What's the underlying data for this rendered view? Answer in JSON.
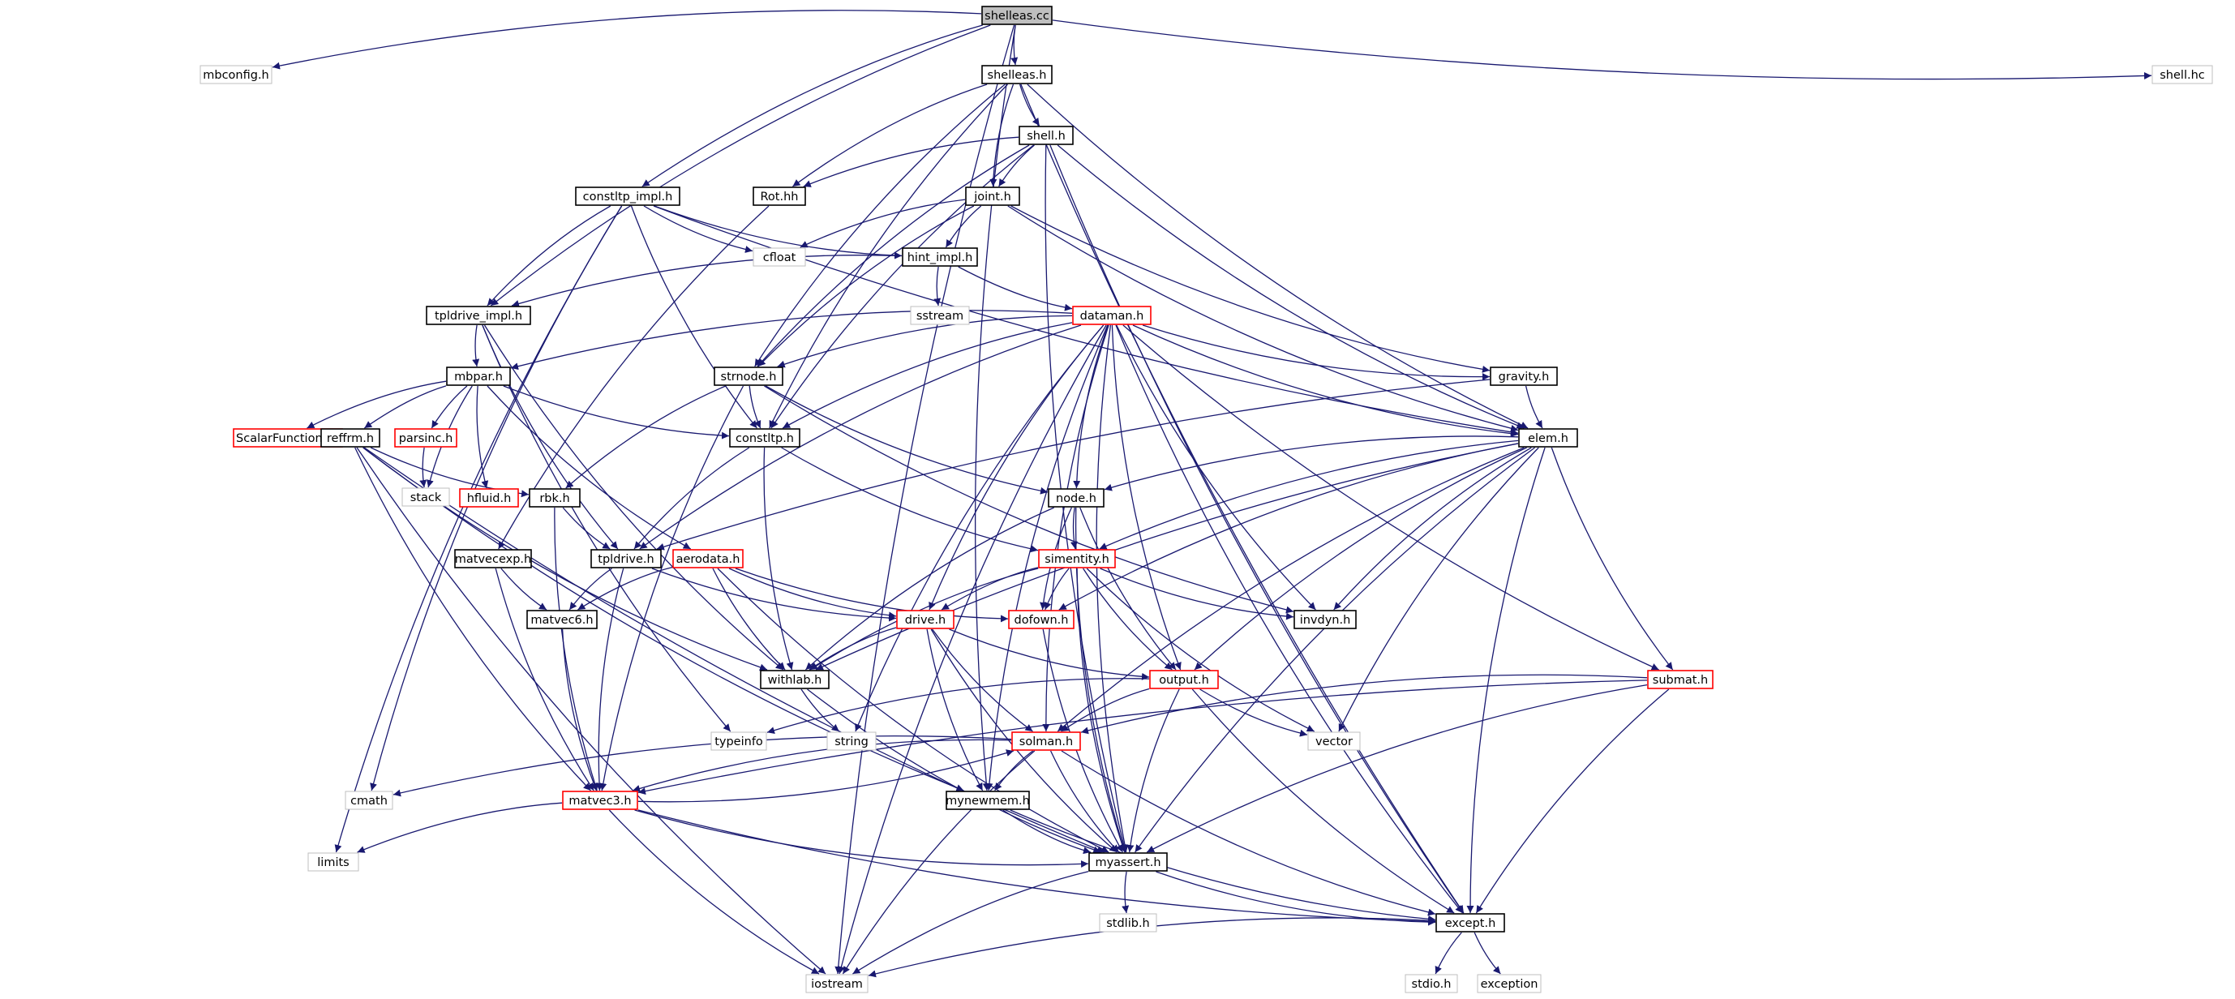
{
  "graph": {
    "colors": {
      "edge": "#191970",
      "node_border_normal": "#000000",
      "node_border_truncated": "#ff0000",
      "node_border_external": "#bfbfbf",
      "node_fill_root": "#bfbfbf",
      "node_fill": "#ffffff",
      "text": "#000000"
    },
    "nodes": [
      {
        "id": "shelleas_cc",
        "label": "shelleas.cc",
        "kind": "root"
      },
      {
        "id": "mbconfig_h",
        "label": "mbconfig.h",
        "kind": "external"
      },
      {
        "id": "shelleas_h",
        "label": "shelleas.h",
        "kind": "normal"
      },
      {
        "id": "shell_hc",
        "label": "shell.hc",
        "kind": "external"
      },
      {
        "id": "shell_h",
        "label": "shell.h",
        "kind": "normal"
      },
      {
        "id": "constltp_impl_h",
        "label": "constltp_impl.h",
        "kind": "normal"
      },
      {
        "id": "rot_hh",
        "label": "Rot.hh",
        "kind": "normal"
      },
      {
        "id": "joint_h",
        "label": "joint.h",
        "kind": "normal"
      },
      {
        "id": "cfloat",
        "label": "cfloat",
        "kind": "external"
      },
      {
        "id": "hint_impl_h",
        "label": "hint_impl.h",
        "kind": "normal"
      },
      {
        "id": "sstream",
        "label": "sstream",
        "kind": "external"
      },
      {
        "id": "tpldrive_impl_h",
        "label": "tpldrive_impl.h",
        "kind": "normal"
      },
      {
        "id": "dataman_h",
        "label": "dataman.h",
        "kind": "truncated"
      },
      {
        "id": "mbpar_h",
        "label": "mbpar.h",
        "kind": "normal"
      },
      {
        "id": "stmode_h",
        "label": "strnode.h",
        "kind": "normal"
      },
      {
        "id": "gravity_h",
        "label": "gravity.h",
        "kind": "normal"
      },
      {
        "id": "scalarfunctions_h",
        "label": "ScalarFunctions.h",
        "kind": "truncated"
      },
      {
        "id": "reffrm_h",
        "label": "reffrm.h",
        "kind": "normal"
      },
      {
        "id": "parsinc_h",
        "label": "parsinc.h",
        "kind": "truncated"
      },
      {
        "id": "constltp_h",
        "label": "constltp.h",
        "kind": "normal"
      },
      {
        "id": "elem_h",
        "label": "elem.h",
        "kind": "normal"
      },
      {
        "id": "stack",
        "label": "stack",
        "kind": "external"
      },
      {
        "id": "hfluid_h",
        "label": "hfluid.h",
        "kind": "truncated"
      },
      {
        "id": "rbk_h",
        "label": "rbk.h",
        "kind": "normal"
      },
      {
        "id": "node_h",
        "label": "node.h",
        "kind": "normal"
      },
      {
        "id": "matvecexp_h",
        "label": "matvecexp.h",
        "kind": "normal"
      },
      {
        "id": "tpldrive_h",
        "label": "tpldrive.h",
        "kind": "normal"
      },
      {
        "id": "aerodata_h",
        "label": "aerodata.h",
        "kind": "truncated"
      },
      {
        "id": "simentity_h",
        "label": "simentity.h",
        "kind": "truncated"
      },
      {
        "id": "matvec6_h",
        "label": "matvec6.h",
        "kind": "normal"
      },
      {
        "id": "drive_h",
        "label": "drive.h",
        "kind": "truncated"
      },
      {
        "id": "dofown_h",
        "label": "dofown.h",
        "kind": "truncated"
      },
      {
        "id": "invdyn_h",
        "label": "invdyn.h",
        "kind": "normal"
      },
      {
        "id": "withlab_h",
        "label": "withlab.h",
        "kind": "normal"
      },
      {
        "id": "output_h",
        "label": "output.h",
        "kind": "truncated"
      },
      {
        "id": "submat_h",
        "label": "submat.h",
        "kind": "truncated"
      },
      {
        "id": "typeinfo",
        "label": "typeinfo",
        "kind": "external"
      },
      {
        "id": "string",
        "label": "string",
        "kind": "external"
      },
      {
        "id": "vector",
        "label": "vector",
        "kind": "external"
      },
      {
        "id": "solman_h",
        "label": "solman.h",
        "kind": "truncated"
      },
      {
        "id": "cmath",
        "label": "cmath",
        "kind": "external"
      },
      {
        "id": "matvec3_h",
        "label": "matvec3.h",
        "kind": "truncated"
      },
      {
        "id": "mynewmem_h",
        "label": "mynewmem.h",
        "kind": "normal"
      },
      {
        "id": "limits",
        "label": "limits",
        "kind": "external"
      },
      {
        "id": "myassert_h",
        "label": "myassert.h",
        "kind": "normal"
      },
      {
        "id": "stdlib_h",
        "label": "stdlib.h",
        "kind": "external"
      },
      {
        "id": "except_h",
        "label": "except.h",
        "kind": "normal"
      },
      {
        "id": "iostream",
        "label": "iostream",
        "kind": "external"
      },
      {
        "id": "stdio_h",
        "label": "stdio.h",
        "kind": "external"
      },
      {
        "id": "exception",
        "label": "exception",
        "kind": "external"
      }
    ],
    "edges": [
      [
        "shelleas_cc",
        "mbconfig_h"
      ],
      [
        "shelleas_cc",
        "shelleas_h"
      ],
      [
        "shelleas_cc",
        "shell_hc"
      ],
      [
        "shelleas_cc",
        "constltp_impl_h"
      ],
      [
        "shelleas_cc",
        "tpldrive_impl_h"
      ],
      [
        "shelleas_cc",
        "mynewmem_h"
      ],
      [
        "shelleas_cc",
        "iostream"
      ],
      [
        "shelleas_h",
        "shell_h"
      ],
      [
        "shelleas_h",
        "rot_hh"
      ],
      [
        "shelleas_h",
        "joint_h"
      ],
      [
        "shelleas_h",
        "stmode_h"
      ],
      [
        "shelleas_h",
        "constltp_h"
      ],
      [
        "shelleas_h",
        "elem_h"
      ],
      [
        "shelleas_h",
        "except_h"
      ],
      [
        "shell_h",
        "rot_hh"
      ],
      [
        "shell_h",
        "joint_h"
      ],
      [
        "shell_h",
        "stmode_h"
      ],
      [
        "shell_h",
        "constltp_h"
      ],
      [
        "shell_h",
        "elem_h"
      ],
      [
        "shell_h",
        "myassert_h"
      ],
      [
        "shell_h",
        "except_h"
      ],
      [
        "constltp_impl_h",
        "cfloat"
      ],
      [
        "constltp_impl_h",
        "hint_impl_h"
      ],
      [
        "constltp_impl_h",
        "tpldrive_impl_h"
      ],
      [
        "constltp_impl_h",
        "constltp_h"
      ],
      [
        "constltp_impl_h",
        "elem_h"
      ],
      [
        "constltp_impl_h",
        "limits"
      ],
      [
        "constltp_impl_h",
        "cmath"
      ],
      [
        "rot_hh",
        "matvecexp_h"
      ],
      [
        "joint_h",
        "cfloat"
      ],
      [
        "joint_h",
        "hint_impl_h"
      ],
      [
        "joint_h",
        "elem_h"
      ],
      [
        "joint_h",
        "gravity_h"
      ],
      [
        "joint_h",
        "stmode_h"
      ],
      [
        "hint_impl_h",
        "sstream"
      ],
      [
        "hint_impl_h",
        "tpldrive_impl_h"
      ],
      [
        "hint_impl_h",
        "dataman_h"
      ],
      [
        "tpldrive_impl_h",
        "mbpar_h"
      ],
      [
        "tpldrive_impl_h",
        "tpldrive_h"
      ],
      [
        "tpldrive_impl_h",
        "typeinfo"
      ],
      [
        "tpldrive_impl_h",
        "withlab_h"
      ],
      [
        "dataman_h",
        "mbpar_h"
      ],
      [
        "dataman_h",
        "stmode_h"
      ],
      [
        "dataman_h",
        "constltp_h"
      ],
      [
        "dataman_h",
        "elem_h"
      ],
      [
        "dataman_h",
        "node_h"
      ],
      [
        "dataman_h",
        "gravity_h"
      ],
      [
        "dataman_h",
        "submat_h"
      ],
      [
        "dataman_h",
        "invdyn_h"
      ],
      [
        "dataman_h",
        "output_h"
      ],
      [
        "dataman_h",
        "drive_h"
      ],
      [
        "dataman_h",
        "string"
      ],
      [
        "dataman_h",
        "solman_h"
      ],
      [
        "dataman_h",
        "myassert_h"
      ],
      [
        "dataman_h",
        "mynewmem_h"
      ],
      [
        "dataman_h",
        "except_h"
      ],
      [
        "dataman_h",
        "iostream"
      ],
      [
        "dataman_h",
        "tpldrive_h"
      ],
      [
        "mbpar_h",
        "scalarfunctions_h"
      ],
      [
        "mbpar_h",
        "reffrm_h"
      ],
      [
        "mbpar_h",
        "parsinc_h"
      ],
      [
        "mbpar_h",
        "stack"
      ],
      [
        "mbpar_h",
        "hfluid_h"
      ],
      [
        "mbpar_h",
        "constltp_h"
      ],
      [
        "mbpar_h",
        "aerodata_h"
      ],
      [
        "stmode_h",
        "node_h"
      ],
      [
        "stmode_h",
        "rbk_h"
      ],
      [
        "stmode_h",
        "constltp_h"
      ],
      [
        "stmode_h",
        "matvec3_h"
      ],
      [
        "stmode_h",
        "invdyn_h"
      ],
      [
        "gravity_h",
        "elem_h"
      ],
      [
        "gravity_h",
        "tpldrive_h"
      ],
      [
        "reffrm_h",
        "rbk_h"
      ],
      [
        "reffrm_h",
        "withlab_h"
      ],
      [
        "reffrm_h",
        "matvec3_h"
      ],
      [
        "reffrm_h",
        "mynewmem_h"
      ],
      [
        "reffrm_h",
        "myassert_h"
      ],
      [
        "reffrm_h",
        "iostream"
      ],
      [
        "parsinc_h",
        "stack"
      ],
      [
        "constltp_h",
        "tpldrive_h"
      ],
      [
        "constltp_h",
        "simentity_h"
      ],
      [
        "constltp_h",
        "withlab_h"
      ],
      [
        "elem_h",
        "node_h"
      ],
      [
        "elem_h",
        "simentity_h"
      ],
      [
        "elem_h",
        "dofown_h"
      ],
      [
        "elem_h",
        "invdyn_h"
      ],
      [
        "elem_h",
        "output_h"
      ],
      [
        "elem_h",
        "withlab_h"
      ],
      [
        "elem_h",
        "submat_h"
      ],
      [
        "elem_h",
        "vector"
      ],
      [
        "elem_h",
        "solman_h"
      ],
      [
        "elem_h",
        "myassert_h"
      ],
      [
        "elem_h",
        "except_h"
      ],
      [
        "rbk_h",
        "tpldrive_h"
      ],
      [
        "rbk_h",
        "matvec3_h"
      ],
      [
        "node_h",
        "simentity_h"
      ],
      [
        "node_h",
        "dofown_h"
      ],
      [
        "node_h",
        "output_h"
      ],
      [
        "node_h",
        "withlab_h"
      ],
      [
        "node_h",
        "myassert_h"
      ],
      [
        "matvecexp_h",
        "matvec6_h"
      ],
      [
        "matvecexp_h",
        "matvec3_h"
      ],
      [
        "tpldrive_h",
        "matvec6_h"
      ],
      [
        "tpldrive_h",
        "matvec3_h"
      ],
      [
        "tpldrive_h",
        "drive_h"
      ],
      [
        "aerodata_h",
        "matvec6_h"
      ],
      [
        "aerodata_h",
        "drive_h"
      ],
      [
        "aerodata_h",
        "withlab_h"
      ],
      [
        "aerodata_h",
        "dofown_h"
      ],
      [
        "aerodata_h",
        "myassert_h"
      ],
      [
        "simentity_h",
        "drive_h"
      ],
      [
        "simentity_h",
        "dofown_h"
      ],
      [
        "simentity_h",
        "invdyn_h"
      ],
      [
        "simentity_h",
        "output_h"
      ],
      [
        "simentity_h",
        "withlab_h"
      ],
      [
        "simentity_h",
        "vector"
      ],
      [
        "simentity_h",
        "myassert_h"
      ],
      [
        "matvec6_h",
        "matvec3_h"
      ],
      [
        "drive_h",
        "withlab_h"
      ],
      [
        "drive_h",
        "output_h"
      ],
      [
        "drive_h",
        "solman_h"
      ],
      [
        "drive_h",
        "mynewmem_h"
      ],
      [
        "drive_h",
        "myassert_h"
      ],
      [
        "dofown_h",
        "myassert_h"
      ],
      [
        "withlab_h",
        "string"
      ],
      [
        "withlab_h",
        "myassert_h"
      ],
      [
        "output_h",
        "typeinfo"
      ],
      [
        "output_h",
        "vector"
      ],
      [
        "output_h",
        "solman_h"
      ],
      [
        "output_h",
        "myassert_h"
      ],
      [
        "output_h",
        "except_h"
      ],
      [
        "submat_h",
        "solman_h"
      ],
      [
        "submat_h",
        "matvec3_h"
      ],
      [
        "submat_h",
        "myassert_h"
      ],
      [
        "submat_h",
        "except_h"
      ],
      [
        "solman_h",
        "cmath"
      ],
      [
        "solman_h",
        "matvec3_h"
      ],
      [
        "solman_h",
        "mynewmem_h"
      ],
      [
        "solman_h",
        "myassert_h"
      ],
      [
        "solman_h",
        "except_h"
      ],
      [
        "solman_h",
        "iostream"
      ],
      [
        "matvec3_h",
        "solman_h"
      ],
      [
        "matvec3_h",
        "limits"
      ],
      [
        "matvec3_h",
        "myassert_h"
      ],
      [
        "matvec3_h",
        "except_h"
      ],
      [
        "matvec3_h",
        "iostream"
      ],
      [
        "mynewmem_h",
        "myassert_h"
      ],
      [
        "mynewmem_h",
        "except_h"
      ],
      [
        "myassert_h",
        "stdlib_h"
      ],
      [
        "myassert_h",
        "except_h"
      ],
      [
        "myassert_h",
        "iostream"
      ],
      [
        "except_h",
        "iostream"
      ],
      [
        "except_h",
        "stdio_h"
      ],
      [
        "except_h",
        "exception"
      ]
    ]
  }
}
